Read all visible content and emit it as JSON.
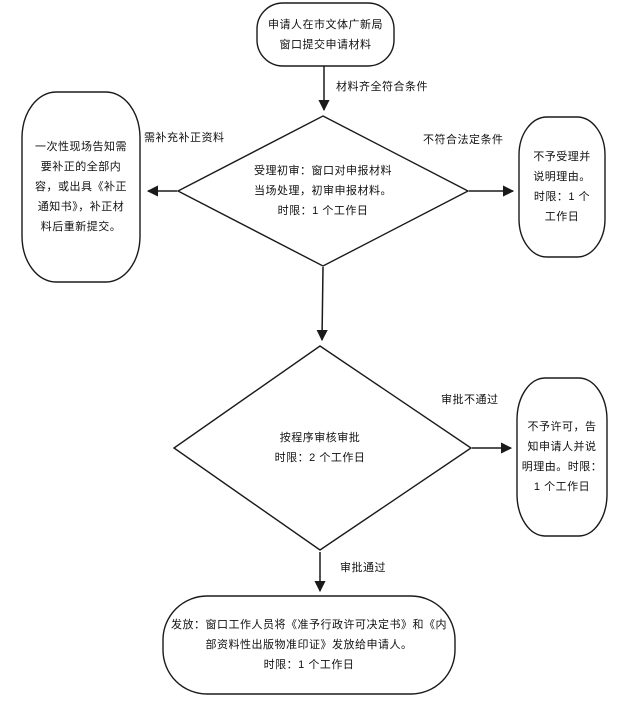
{
  "colors": {
    "background": "#ffffff",
    "line": "#1a1a1a",
    "text": "#111111"
  },
  "flowchart": {
    "nodes": {
      "start": {
        "type": "terminator",
        "text": "申请人在市文体广新局\n窗口提交申请材料"
      },
      "initial_review_decision": {
        "type": "decision",
        "text": "受理初审：窗口对申报材料\n当场处理，初审申报材料。\n时限：1 个工作日"
      },
      "correction_notice": {
        "type": "terminator",
        "text": "一次性现场告知需\n要补正的全部内\n容，或出具《补正\n通知书》，补正材\n料后重新提交。"
      },
      "reject_acceptance": {
        "type": "terminator",
        "text": "不予受理并\n说明理由。\n时限：1 个\n工作日"
      },
      "approval_decision": {
        "type": "decision",
        "text": "按程序审核审批\n时限：2 个工作日"
      },
      "reject_permit": {
        "type": "terminator",
        "text": "不予许可，告\n知申请人并说\n明理由。时限：\n1 个工作日"
      },
      "issue_certificate": {
        "type": "terminator",
        "text": "发放：窗口工作人员将《准予行政许可决定书》和《内\n部资料性出版物准印证》发放给申请人。\n时限：1 个工作日"
      }
    },
    "edge_labels": {
      "materials_complete": "材料齐全符合条件",
      "need_correction": "需补充补正资料",
      "not_legal": "不符合法定条件",
      "approval_failed": "审批不通过",
      "approval_passed": "审批通过"
    }
  }
}
